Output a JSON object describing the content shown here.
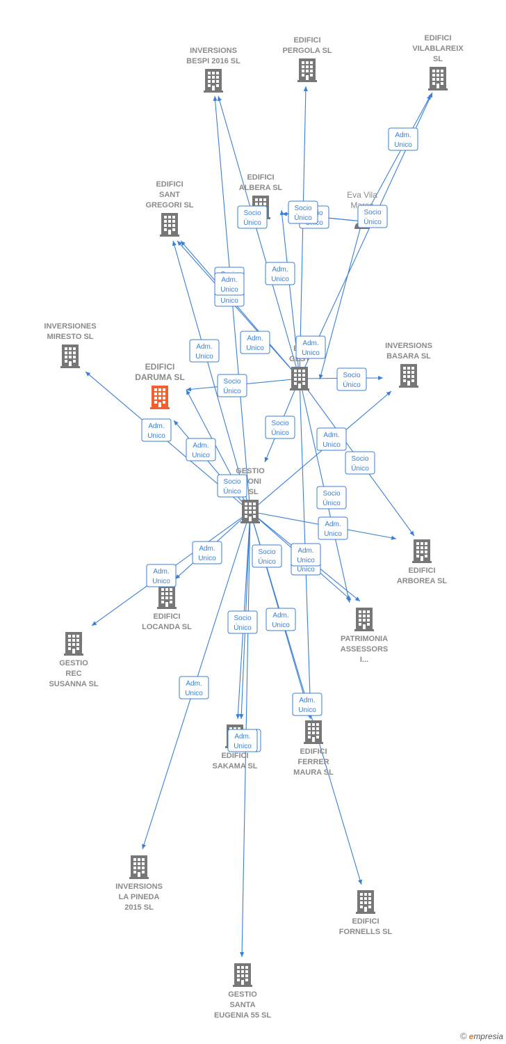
{
  "colors": {
    "edge": "#3a7fd5",
    "building": "#777777",
    "building_focus": "#f26030",
    "label": "#8a8a8a"
  },
  "nodes": [
    {
      "id": "bespi",
      "type": "company",
      "lines": [
        "INVERSIONS",
        "BESPI 2016  SL"
      ]
    },
    {
      "id": "pergola",
      "type": "company",
      "lines": [
        "EDIFICI",
        "PERGOLA  SL"
      ]
    },
    {
      "id": "vilablareix",
      "type": "company",
      "lines": [
        "EDIFICI",
        "VILABLAREIX",
        "SL"
      ]
    },
    {
      "id": "albera",
      "type": "company",
      "lines": [
        "EDIFICI",
        "ALBERA  SL"
      ]
    },
    {
      "id": "gregori",
      "type": "company",
      "lines": [
        "EDIFICI",
        "SANT",
        "GREGORI  SL"
      ]
    },
    {
      "id": "eva",
      "type": "person",
      "lines": [
        "Eva Vila",
        "Marce"
      ]
    },
    {
      "id": "miresto",
      "type": "company",
      "lines": [
        "INVERSIONES",
        "MIRESTO  SL"
      ]
    },
    {
      "id": "daruma",
      "type": "company",
      "focus": true,
      "lines": [
        "EDIFICI",
        "DARUMA  SL"
      ]
    },
    {
      "id": "evi",
      "type": "company",
      "lines": [
        "EVI",
        "GEST"
      ]
    },
    {
      "id": "basara",
      "type": "company",
      "lines": [
        "INVERSIONS",
        "BASARA  SL"
      ]
    },
    {
      "id": "gestio",
      "type": "company",
      "lines": [
        "GESTIO",
        "IMONI",
        "1  SL"
      ]
    },
    {
      "id": "arborea",
      "type": "company",
      "lines": [
        "EDIFICI",
        "ARBOREA  SL"
      ]
    },
    {
      "id": "locanda",
      "type": "company",
      "lines": [
        "EDIFICI",
        "LOCANDA  SL"
      ]
    },
    {
      "id": "susanna",
      "type": "company",
      "lines": [
        "GESTIO",
        "REC",
        "SUSANNA SL"
      ]
    },
    {
      "id": "patrimonia",
      "type": "company",
      "lines": [
        "PATRIMONIA",
        "ASSESSORS",
        "I..."
      ]
    },
    {
      "id": "sakama",
      "type": "company",
      "lines": [
        "EDIFICI",
        "SAKAMA  SL"
      ]
    },
    {
      "id": "ferrer",
      "type": "company",
      "lines": [
        "EDIFICI",
        "FERRER",
        "MAURA SL"
      ]
    },
    {
      "id": "pineda",
      "type": "company",
      "lines": [
        "INVERSIONS",
        "LA PINEDA",
        "2015  SL"
      ]
    },
    {
      "id": "fornells",
      "type": "company",
      "lines": [
        "EDIFICI",
        "FORNELLS SL"
      ]
    },
    {
      "id": "eugenia",
      "type": "company",
      "lines": [
        "GESTIO",
        "SANTA",
        "EUGENIA 55 SL"
      ]
    }
  ],
  "relations": [
    {
      "from": "eva",
      "to": "vilablareix",
      "lines": [
        "Adm.",
        "Unico"
      ]
    },
    {
      "from": "eva",
      "to": "albera",
      "lines": [
        "Socio",
        "Único"
      ]
    },
    {
      "from": "eva",
      "to": "albera",
      "lines": [
        "Socio",
        "Único"
      ]
    },
    {
      "from": "eva",
      "to": "evi",
      "lines": [
        "Socio",
        "Único"
      ]
    },
    {
      "from": "evi",
      "to": "albera",
      "lines": [
        "Socio",
        "Único"
      ]
    },
    {
      "from": "evi",
      "to": "pergola",
      "lines": [
        "Adm.",
        "Unico"
      ]
    },
    {
      "from": "evi",
      "to": "gregori",
      "lines": [
        "Adm.",
        "Unico"
      ]
    },
    {
      "from": "evi",
      "to": "gregori",
      "lines": [
        "Socio",
        "Único"
      ]
    },
    {
      "from": "evi",
      "to": "bespi",
      "lines": [
        "Adm.",
        "Unico"
      ]
    },
    {
      "from": "evi",
      "to": "vilablareix",
      "lines": [
        "Adm.",
        "Unico"
      ]
    },
    {
      "from": "evi",
      "to": "daruma",
      "lines": [
        "Socio",
        "Único"
      ]
    },
    {
      "from": "evi",
      "to": "basara",
      "lines": [
        "Socio",
        "Único"
      ]
    },
    {
      "from": "evi",
      "to": "gestio",
      "lines": [
        "Socio",
        "Único"
      ]
    },
    {
      "from": "evi",
      "to": "arborea",
      "lines": [
        "Socio",
        "Único"
      ]
    },
    {
      "from": "evi",
      "to": "patrimonia",
      "lines": [
        "Socio",
        "Único"
      ]
    },
    {
      "from": "evi",
      "to": "ferrer",
      "lines": [
        "Adm.",
        "Unico"
      ]
    },
    {
      "from": "gestio",
      "to": "miresto",
      "lines": [
        "Adm.",
        "Unico"
      ]
    },
    {
      "from": "gestio",
      "to": "gregori",
      "lines": [
        "Adm.",
        "Unico"
      ]
    },
    {
      "from": "gestio",
      "to": "daruma",
      "lines": [
        "Adm.",
        "Unico"
      ]
    },
    {
      "from": "gestio",
      "to": "bespi",
      "lines": [
        "Adm.",
        "Unico"
      ]
    },
    {
      "from": "gestio",
      "to": "basara",
      "lines": [
        "Adm.",
        "Unico"
      ]
    },
    {
      "from": "gestio",
      "to": "daruma",
      "lines": [
        "Socio",
        "Único"
      ]
    },
    {
      "from": "gestio",
      "to": "arborea",
      "lines": [
        "Adm.",
        "Unico"
      ]
    },
    {
      "from": "gestio",
      "to": "locanda",
      "lines": [
        "Adm.",
        "Unico"
      ]
    },
    {
      "from": "gestio",
      "to": "susanna",
      "lines": [
        "Adm.",
        "Unico"
      ]
    },
    {
      "from": "gestio",
      "to": "patrimonia",
      "lines": [
        "Socio",
        "Único"
      ]
    },
    {
      "from": "gestio",
      "to": "patrimonia",
      "lines": [
        "Adm.",
        "Unico"
      ]
    },
    {
      "from": "gestio",
      "to": "sakama",
      "lines": [
        "Socio",
        "Único"
      ]
    },
    {
      "from": "gestio",
      "to": "sakama",
      "lines": [
        "Adm.",
        "Unico"
      ]
    },
    {
      "from": "gestio",
      "to": "ferrer",
      "lines": [
        "Adm.",
        "Unico"
      ]
    },
    {
      "from": "gestio",
      "to": "pineda",
      "lines": [
        "Adm.",
        "Unico"
      ]
    },
    {
      "from": "gestio",
      "to": "fornells",
      "lines": [
        "Adm.",
        "Unico"
      ]
    },
    {
      "from": "gestio",
      "to": "eugenia",
      "lines": [
        "Adm.",
        "Unico"
      ]
    }
  ],
  "footer": {
    "copyright": "©",
    "brand_initial": "e",
    "brand_rest": "mpresia"
  }
}
